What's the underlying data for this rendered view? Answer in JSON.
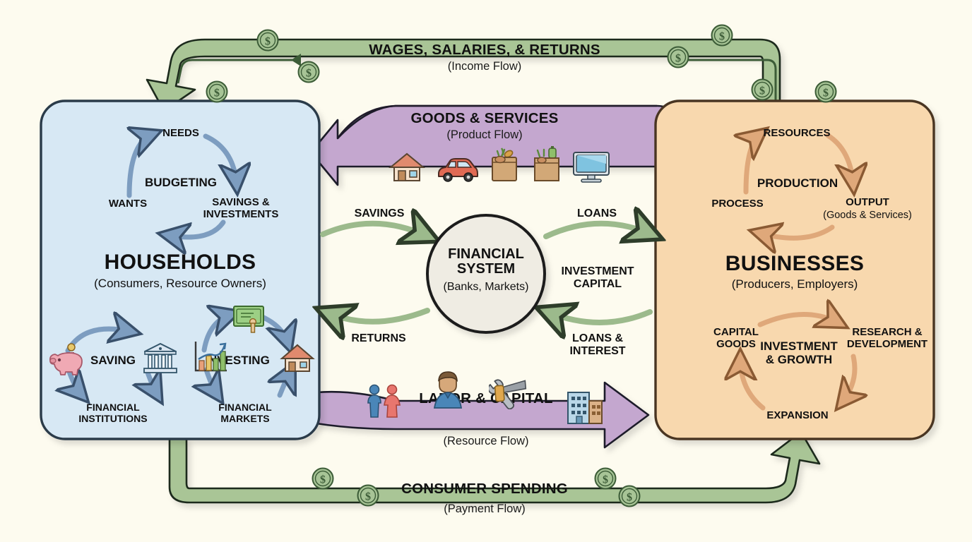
{
  "background_color": "#fdfbef",
  "diagram": {
    "title_visible": false,
    "sectors": [
      {
        "id": "households",
        "title": "HOUSEHOLDS",
        "subtitle": "(Consumers, Resource Owners)",
        "fill": "#d7e8f4",
        "stroke": "#2b3a4a",
        "top_cycle": {
          "center_label": "BUDGETING",
          "nodes": [
            "NEEDS",
            "SAVINGS &\nINVESTMENTS",
            "WANTS"
          ],
          "arrow_color": "#7d9dc0"
        },
        "bottom_cycles": [
          {
            "center_label": "SAVING",
            "nodes": [
              "FINANCIAL\nINSTITUTIONS"
            ],
            "icons": [
              "piggy-bank-icon",
              "bank-icon"
            ],
            "arrow_color": "#7d9dc0"
          },
          {
            "center_label": "INVESTING",
            "nodes": [
              "FINANCIAL\nMARKETS"
            ],
            "icons": [
              "chart-growth-icon",
              "banknote-icon",
              "house-icon"
            ],
            "arrow_color": "#7d9dc0"
          }
        ]
      },
      {
        "id": "businesses",
        "title": "BUSINESSES",
        "subtitle": "(Producers, Employers)",
        "fill": "#f8d8ae",
        "stroke": "#4a3520",
        "top_cycle": {
          "center_label": "PRODUCTION",
          "nodes": [
            "RESOURCES",
            "OUTPUT",
            "(Goods & Services)",
            "PROCESS"
          ],
          "arrow_color": "#d49a6a"
        },
        "bottom_cycle": {
          "center_label": "INVESTMENT\n& GROWTH",
          "nodes": [
            "CAPITAL\nGOODS",
            "RESEARCH &\nDEVELOPMENT",
            "EXPANSION"
          ],
          "arrow_color": "#d49a6a"
        }
      }
    ],
    "center": {
      "title": "FINANCIAL\nSYSTEM",
      "subtitle": "(Banks, Markets)",
      "fill": "#efece3",
      "stroke": "#1f1f1f"
    },
    "center_flows": [
      {
        "label": "SAVINGS",
        "direction": "households-to-financial-system",
        "color": "#8fae7f"
      },
      {
        "label": "RETURNS",
        "direction": "financial-system-to-households",
        "color": "#8fae7f"
      },
      {
        "label": "LOANS",
        "direction": "financial-system-to-businesses",
        "color": "#8fae7f"
      },
      {
        "label": "INVESTMENT\nCAPITAL",
        "direction": "static-label",
        "color": "#111111"
      },
      {
        "label": "LOANS &\nINTEREST",
        "direction": "businesses-to-financial-system",
        "color": "#8fae7f"
      }
    ],
    "banners": [
      {
        "id": "income-flow",
        "title": "WAGES, SALARIES, & RETURNS",
        "subtitle": "(Income Flow)",
        "color": "#a9c596",
        "direction": "businesses-to-households",
        "position": "top",
        "coin_icons": 6,
        "coin_symbol": "$"
      },
      {
        "id": "product-flow",
        "title": "GOODS & SERVICES",
        "subtitle": "(Product Flow)",
        "color": "#c4a7cf",
        "direction": "businesses-to-households",
        "position": "upper-middle",
        "icons": [
          "house-icon",
          "car-icon",
          "groceries-bag-icon",
          "groceries-bag-2-icon",
          "monitor-icon"
        ]
      },
      {
        "id": "resource-flow",
        "title": "LABOR & CAPITAL",
        "subtitle": "(Resource Flow)",
        "color": "#c4a7cf",
        "direction": "households-to-businesses",
        "position": "lower-middle",
        "icons": [
          "people-pair-icon",
          "worker-icon",
          "tools-icon",
          "office-building-icon"
        ]
      },
      {
        "id": "payment-flow",
        "title": "CONSUMER SPENDING",
        "subtitle": "(Payment Flow)",
        "color": "#a9c596",
        "direction": "households-to-businesses",
        "position": "bottom",
        "coin_icons": 4,
        "coin_symbol": "$"
      }
    ]
  }
}
